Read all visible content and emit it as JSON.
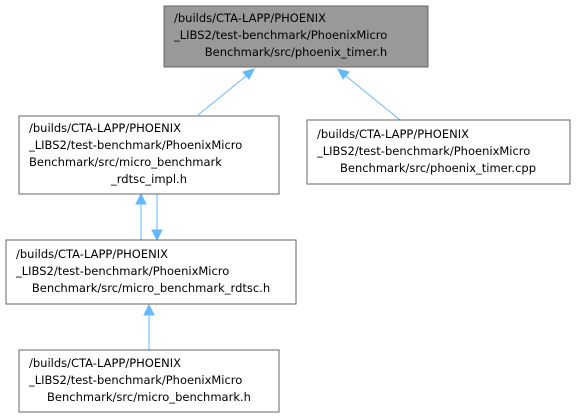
{
  "graph": {
    "nodes": {
      "phoenix_timer_h": {
        "lines": [
          "/builds/CTA-LAPP/PHOENIX",
          "_LIBS2/test-benchmark/PhoenixMicro",
          "Benchmark/src/phoenix_timer.h"
        ],
        "current": true
      },
      "micro_benchmark_rdtsc_impl_h": {
        "lines": [
          "/builds/CTA-LAPP/PHOENIX",
          "_LIBS2/test-benchmark/PhoenixMicro",
          "Benchmark/src/micro_benchmark",
          "_rdtsc_impl.h"
        ],
        "current": false
      },
      "phoenix_timer_cpp": {
        "lines": [
          "/builds/CTA-LAPP/PHOENIX",
          "_LIBS2/test-benchmark/PhoenixMicro",
          "Benchmark/src/phoenix_timer.cpp"
        ],
        "current": false
      },
      "micro_benchmark_rdtsc_h": {
        "lines": [
          "/builds/CTA-LAPP/PHOENIX",
          "_LIBS2/test-benchmark/PhoenixMicro",
          "Benchmark/src/micro_benchmark_rdtsc.h"
        ],
        "current": false
      },
      "micro_benchmark_h": {
        "lines": [
          "/builds/CTA-LAPP/PHOENIX",
          "_LIBS2/test-benchmark/PhoenixMicro",
          "Benchmark/src/micro_benchmark.h"
        ],
        "current": false
      }
    },
    "edges": [
      {
        "from": "micro_benchmark_rdtsc_impl_h",
        "to": "phoenix_timer_h"
      },
      {
        "from": "phoenix_timer_cpp",
        "to": "phoenix_timer_h"
      },
      {
        "from": "micro_benchmark_rdtsc_h",
        "to": "micro_benchmark_rdtsc_impl_h"
      },
      {
        "from": "micro_benchmark_rdtsc_impl_h",
        "to": "micro_benchmark_rdtsc_h"
      },
      {
        "from": "micro_benchmark_h",
        "to": "micro_benchmark_rdtsc_h"
      }
    ],
    "colors": {
      "edge": "#63b8ff",
      "current_node_fill": "#999999",
      "node_border": "#666666"
    }
  }
}
